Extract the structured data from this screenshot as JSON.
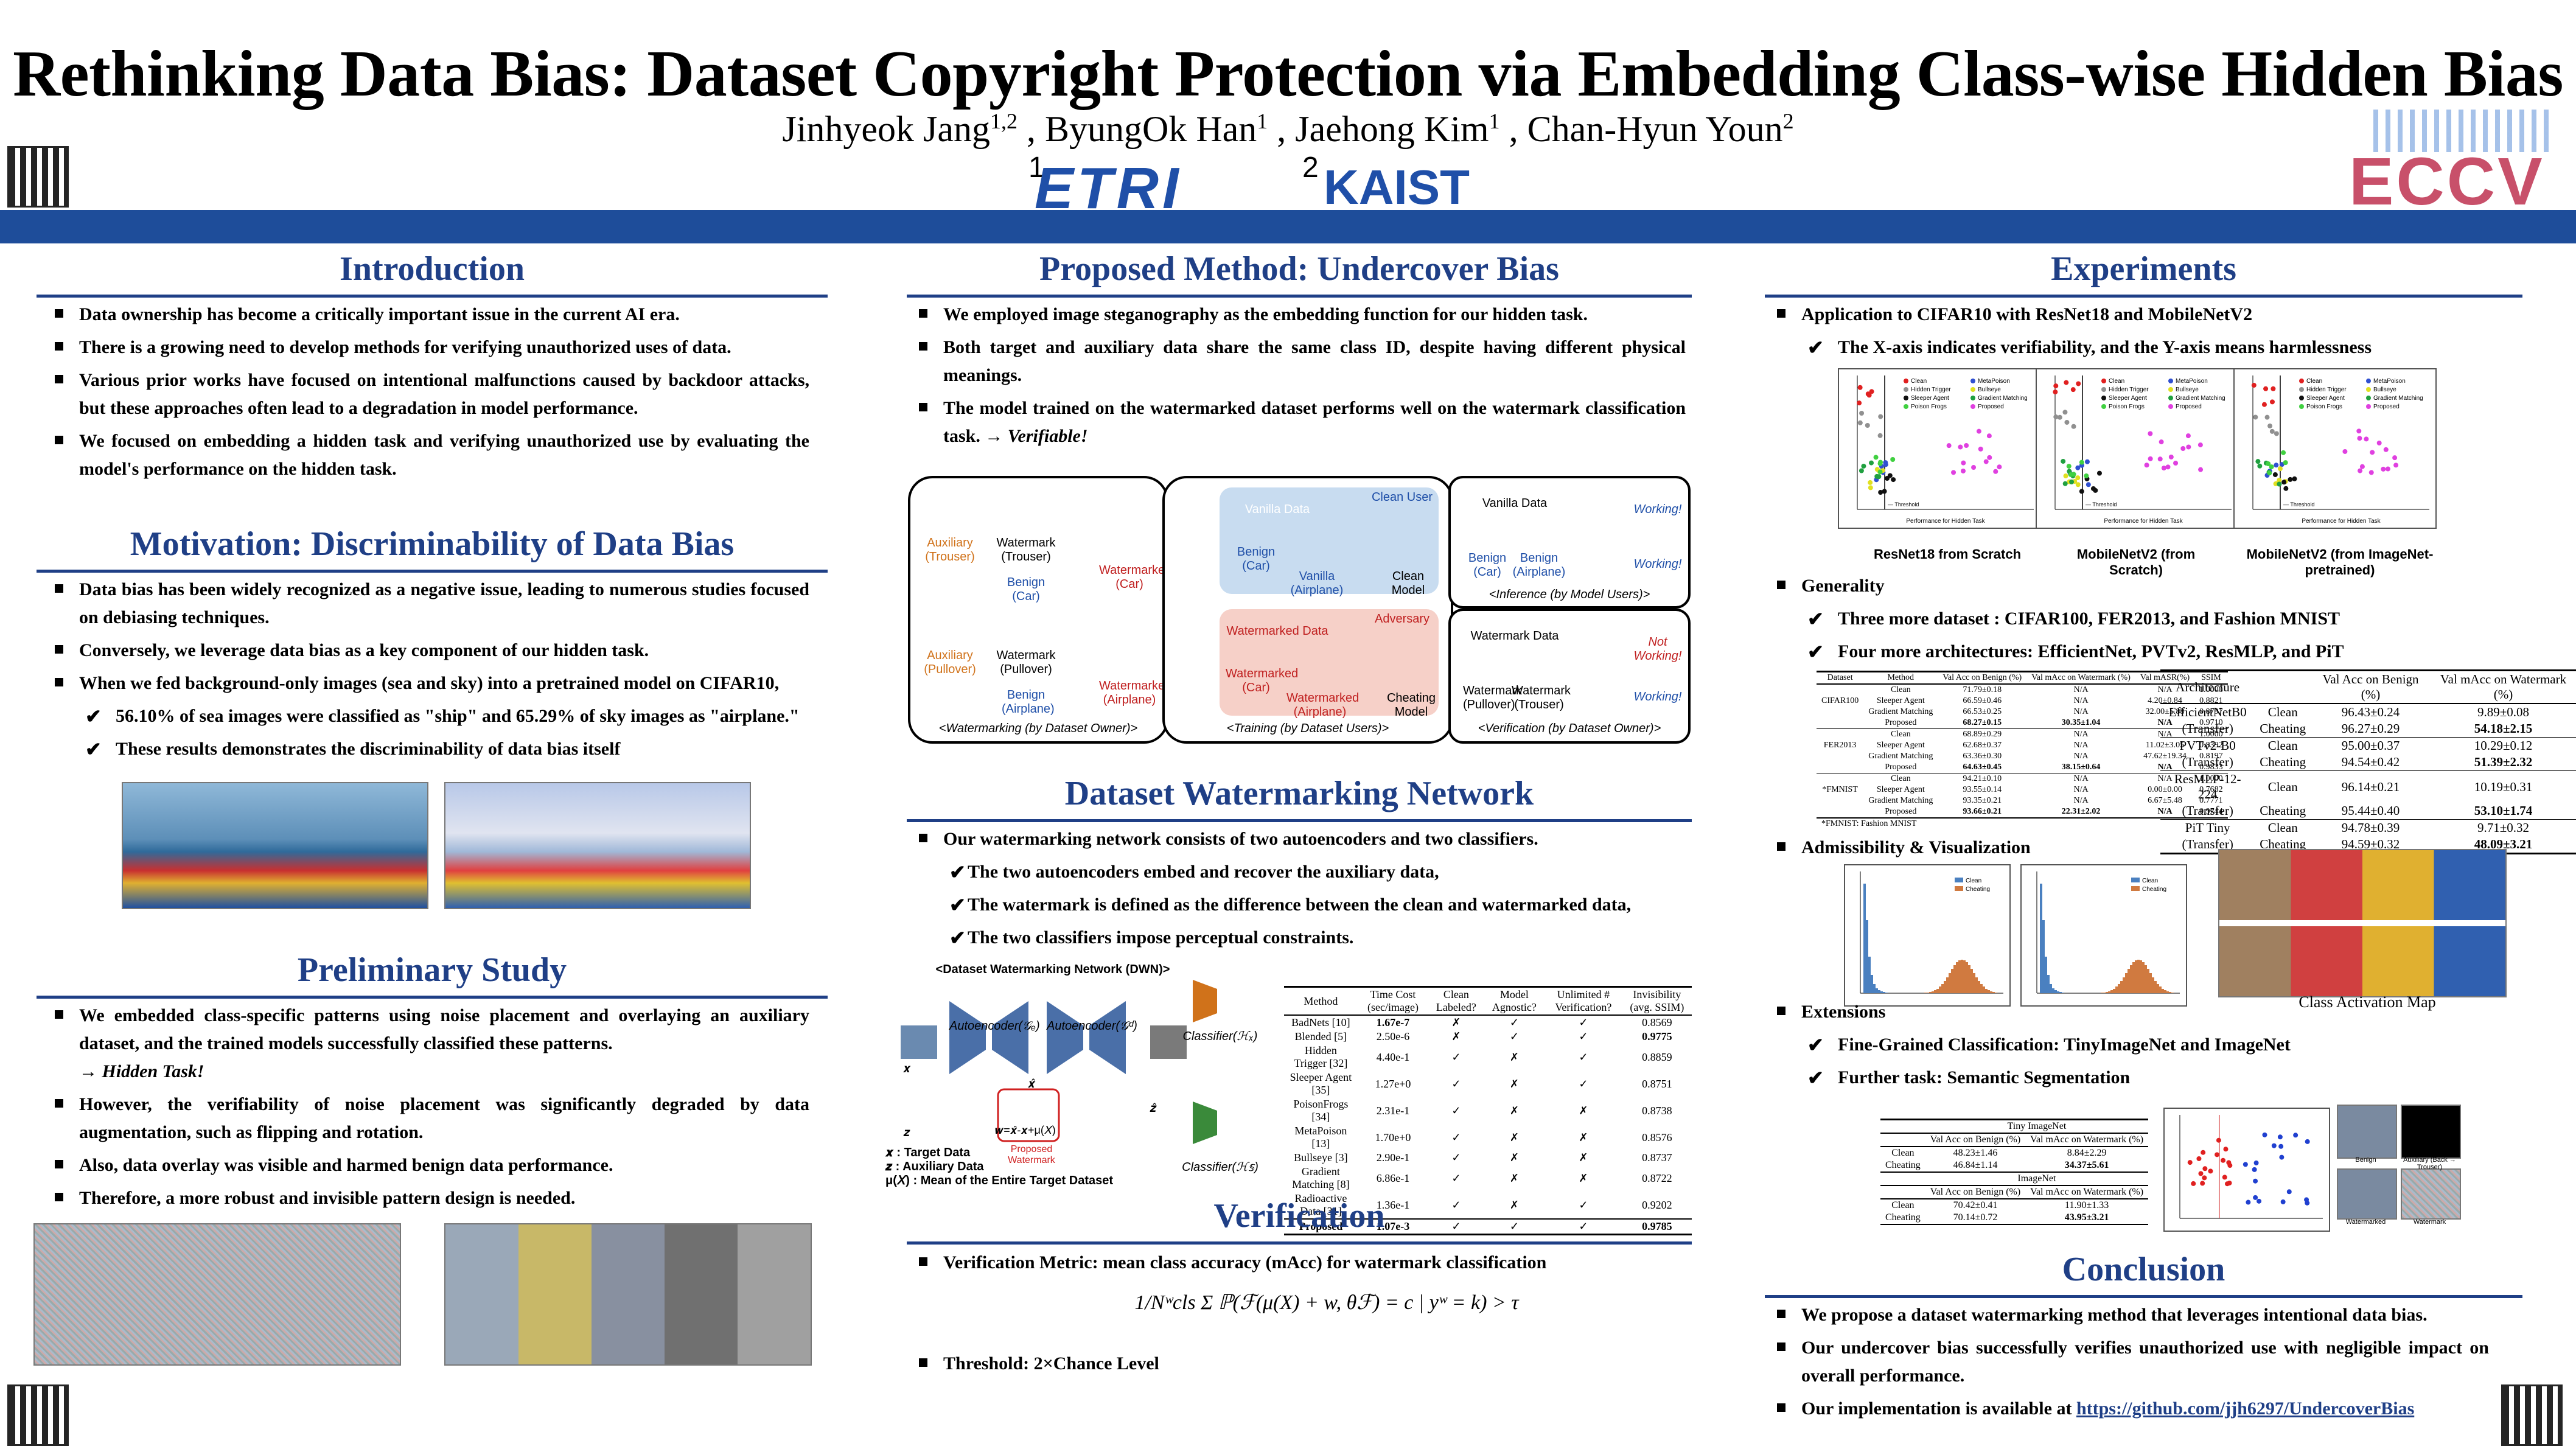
{
  "header": {
    "title": "Rethinking Data Bias: Dataset Copyright Protection via Embedding Class-wise Hidden Bias",
    "authors": [
      {
        "name": "Jinhyeok Jang",
        "aff": "1,2"
      },
      {
        "name": "ByungOk Han",
        "aff": "1"
      },
      {
        "name": "Jaehong Kim",
        "aff": "1"
      },
      {
        "name": "Chan-Hyun Youn",
        "aff": "2"
      }
    ],
    "aff1_num": "1",
    "aff2_num": "2",
    "aff1_logo": "ETRI",
    "aff2_logo": "KAIST",
    "conf_logo": "ECCV"
  },
  "colors": {
    "accent": "#1f3f86",
    "bar": "#1e4d9a",
    "etri_red": "#e0262d"
  },
  "intro": {
    "title": "Introduction",
    "bullets": [
      "Data ownership has become a critically important issue in the current AI era.",
      "There is a growing need to develop methods for verifying unauthorized uses of data.",
      "Various prior works have focused on intentional malfunctions caused by backdoor attacks, but these approaches often lead to a degradation in model performance.",
      "We focused on embedding a hidden task and verifying unauthorized use by evaluating the model's performance on the hidden task."
    ]
  },
  "motivation": {
    "title": "Motivation: Discriminability of Data Bias",
    "bullets": [
      "Data bias has been widely recognized as a negative issue, leading to numerous studies focused on debiasing techniques.",
      "Conversely, we leverage data bias as a key component of our hidden task.",
      "When we fed background-only images (sea and sky) into a pretrained model on CIFAR10,"
    ],
    "checks": [
      "56.10% of sea images were classified as \"ship\" and 65.29% of sky images as \"airplane.\"",
      "These results demonstrates the discriminability of data bias itself"
    ]
  },
  "prelim": {
    "title": "Preliminary Study",
    "bullet1": "We embedded class-specific patterns using noise placement and overlaying an auxiliary dataset, and the trained models successfully classified these patterns.",
    "bullet1_tail": "→ Hidden Task!",
    "bullets": [
      "However, the verifiability of noise placement was significantly degraded by data augmentation, such as flipping and rotation.",
      "Also, data overlay was visible and harmed benign data performance.",
      "Therefore, a more robust and invisible pattern design is needed."
    ]
  },
  "method": {
    "title": "Proposed Method: Undercover Bias",
    "bullets": [
      "We employed image steganography as the embedding function for our hidden task.",
      "Both target and auxiliary data share the same class ID, despite having different physical meanings."
    ],
    "bullet3": "The model trained on the watermarked dataset performs well on the watermark classification task.",
    "bullet3_tail": "→ Verifiable!",
    "diagram": {
      "aux_trouser": "Auxiliary (Trouser)",
      "wm_trouser": "Watermark (Trouser)",
      "benign_car": "Benign (Car)",
      "wm_car": "Watermarked (Car)",
      "aux_pullover": "Auxiliary (Pullover)",
      "wm_pullover": "Watermark (Pullover)",
      "benign_airplane": "Benign (Airplane)",
      "wm_airplane": "Watermarked (Airplane)",
      "caption1": "<Watermarking (by Dataset Owner)>",
      "clean_user": "Clean User",
      "vanilla_data": "Vanilla Data",
      "vanilla_benign": "Benign (Car)",
      "vanilla_airplane": "Vanilla (Airplane)",
      "clean_model": "Clean Model",
      "adversary": "Adversary",
      "wm_data": "Watermarked Data",
      "cheat_wm_car": "Watermarked (Car)",
      "cheat_wm_air": "Watermarked (Airplane)",
      "cheating_model": "Cheating Model",
      "caption2": "<Training (by Dataset Users)>",
      "inf_vanilla": "Vanilla Data",
      "inf_benign_car": "Benign (Car)",
      "inf_benign_air": "Benign (Airplane)",
      "working1": "Working!",
      "working2": "Working!",
      "caption3": "<Inference (by Model Users)>",
      "ver_wm_data": "Watermark Data",
      "ver_pullover": "Watermark (Pullover)",
      "ver_trouser": "Watermark (Trouser)",
      "not_working": "Not Working!",
      "working3": "Working!",
      "caption4": "<Verification (by Dataset Owner)>"
    }
  },
  "dwn": {
    "title": "Dataset Watermarking Network",
    "bullet": "Our watermarking network consists of two autoencoders and two classifiers.",
    "checks": [
      "The two autoencoders embed and recover the auxiliary data,",
      "The watermark is defined as the difference between the clean and watermarked data,",
      "The two classifiers impose perceptual constraints."
    ],
    "diagram_title": "<Dataset Watermarking Network (DWN)>",
    "ae1": "Autoencoder(𝒢ₑ)",
    "ae2": "Autoencoder(𝒢ᵈ)",
    "cls1": "Classifier(ℋₓ)",
    "cls2": "Classifier(ℋ𝕤)",
    "pw": "Proposed Watermark",
    "pw_eq": "𝒘=𝒙̂-𝒙+μ(𝑋)",
    "x": "𝒙",
    "xhat": "𝒙̂",
    "z": "𝒛",
    "zhat": "𝒛̂",
    "legend_x": "𝒙 : Target Data",
    "legend_z": "𝒛 : Auxiliary Data",
    "legend_mu": "μ(𝑋) : Mean of the Entire Target Dataset",
    "table": {
      "headers": [
        "Method",
        "Time Cost (sec/image)",
        "Clean Labeled?",
        "Model Agnostic?",
        "Unlimited # Verification?",
        "Invisibility (avg. SSIM)"
      ],
      "rows": [
        [
          "BadNets [10]",
          "1.67e-7",
          "✗",
          "✓",
          "✓",
          "0.8569"
        ],
        [
          "Blended [5]",
          "2.50e-6",
          "✗",
          "✓",
          "✓",
          "0.9775"
        ],
        [
          "Hidden Trigger [32]",
          "4.40e-1",
          "✓",
          "✗",
          "✓",
          "0.8859"
        ],
        [
          "Sleeper Agent [35]",
          "1.27e+0",
          "✓",
          "✗",
          "✓",
          "0.8751"
        ],
        [
          "PoisonFrogs [34]",
          "2.31e-1",
          "✓",
          "✗",
          "✗",
          "0.8738"
        ],
        [
          "MetaPoison [13]",
          "1.70e+0",
          "✓",
          "✗",
          "✗",
          "0.8576"
        ],
        [
          "Bullseye [3]",
          "2.90e-1",
          "✓",
          "✗",
          "✗",
          "0.8737"
        ],
        [
          "Gradient Matching [8]",
          "6.86e-1",
          "✓",
          "✗",
          "✗",
          "0.8722"
        ],
        [
          "Radioactive Data [31]",
          "1.36e-1",
          "✓",
          "✗",
          "✓",
          "0.9202"
        ],
        [
          "Proposed",
          "1.07e-3",
          "✓",
          "✓",
          "✓",
          "0.9785"
        ]
      ]
    }
  },
  "verification": {
    "title": "Verification",
    "bullet1": "Verification Metric: mean class accuracy (mAcc) for watermark classification",
    "formula": "1/Nʷcls Σ ℙ(ℱ(μ(X) + w, θℱ) = c | yʷ = k) > τ",
    "bullet2": "Threshold: 2×Chance Level"
  },
  "experiments": {
    "title": "Experiments",
    "bullet1": "Application to CIFAR10 with ResNet18 and MobileNetV2",
    "check1": "The X-axis indicates verifiability, and the Y-axis means harmlessness",
    "plot_captions": [
      "ResNet18 from Scratch",
      "MobileNetV2 (from Scratch)",
      "MobileNetV2 (from ImageNet-pretrained)"
    ],
    "plot_xlabel": "Performance for Hidden Task",
    "plot_legend": [
      "Clean",
      "MetaPoison",
      "Hidden Trigger",
      "Bullseye",
      "Sleeper Agent",
      "Gradient Matching",
      "Poison Frogs",
      "Proposed"
    ],
    "threshold_label": "— Threshold",
    "bullet2": "Generality",
    "check2": "Three more dataset : CIFAR100, FER2013, and Fashion MNIST",
    "check3": "Four more architectures: EfficientNet, PVTv2, ResMLP, and PiT",
    "ds_table": {
      "headers": [
        "Dataset",
        "Method",
        "Val Acc on Benign (%)",
        "Val mAcc on Watermark (%)",
        "Val mASR(%)",
        "SSIM"
      ],
      "groups": [
        {
          "name": "CIFAR100",
          "rows": [
            [
              "Clean",
              "71.79±0.18",
              "N/A",
              "N/A",
              "1.0000"
            ],
            [
              "Sleeper Agent",
              "66.59±0.46",
              "N/A",
              "4.20±0.84",
              "0.8821"
            ],
            [
              "Gradient Matching",
              "66.53±0.25",
              "N/A",
              "32.00±5.88",
              "0.8797"
            ],
            [
              "Proposed",
              "68.27±0.15",
              "30.35±1.04",
              "N/A",
              "0.9710"
            ]
          ]
        },
        {
          "name": "FER2013",
          "rows": [
            [
              "Clean",
              "68.89±0.29",
              "N/A",
              "N/A",
              "1.0000"
            ],
            [
              "Sleeper Agent",
              "62.68±0.37",
              "N/A",
              "11.02±3.05",
              "0.8392"
            ],
            [
              "Gradient Matching",
              "63.36±0.30",
              "N/A",
              "47.62±19.34",
              "0.8197"
            ],
            [
              "Proposed",
              "64.63±0.45",
              "38.15±0.64",
              "N/A",
              "0.9833"
            ]
          ]
        },
        {
          "name": "*FMNIST",
          "rows": [
            [
              "Clean",
              "94.21±0.10",
              "N/A",
              "N/A",
              "1.0000"
            ],
            [
              "Sleeper Agent",
              "93.55±0.14",
              "N/A",
              "0.00±0.00",
              "0.7682"
            ],
            [
              "Gradient Matching",
              "93.35±0.21",
              "N/A",
              "6.67±5.48",
              "0.7771"
            ],
            [
              "Proposed",
              "93.66±0.21",
              "22.31±2.02",
              "N/A",
              "0.9744"
            ]
          ]
        }
      ],
      "note": "*FMNIST: Fashion MNIST"
    },
    "arch_table": {
      "headers": [
        "Architecture",
        "",
        "Val Acc on Benign (%)",
        "Val mAcc on Watermark (%)"
      ],
      "rows": [
        [
          "EfficientNetB0",
          "Clean",
          "96.43±0.24",
          "9.89±0.08"
        ],
        [
          "(Transfer)",
          "Cheating",
          "96.27±0.29",
          "54.18±2.15"
        ],
        [
          "PVTv2-B0",
          "Clean",
          "95.00±0.37",
          "10.29±0.12"
        ],
        [
          "(Transfer)",
          "Cheating",
          "94.54±0.42",
          "51.39±2.32"
        ],
        [
          "ResMLP-12-224",
          "Clean",
          "96.14±0.21",
          "10.19±0.31"
        ],
        [
          "(Transfer)",
          "Cheating",
          "95.44±0.40",
          "53.10±1.74"
        ],
        [
          "PiT Tiny",
          "Clean",
          "94.78±0.39",
          "9.71±0.32"
        ],
        [
          "(Transfer)",
          "Cheating",
          "94.59±0.32",
          "48.09±3.21"
        ]
      ]
    },
    "bullet3": "Admissibility & Visualization",
    "hist_legend": [
      "Clean",
      "Cheating"
    ],
    "cam_caption": "Class Activation Map",
    "bullet4": "Extensions",
    "check4": "Fine-Grained Classification: TinyImageNet and ImageNet",
    "check5": "Further task: Semantic Segmentation",
    "ext_table": {
      "tiny": "Tiny ImageNet",
      "imagenet": "ImageNet",
      "h1": "Val Acc on Benign (%)",
      "h2": "Val mAcc on Watermark (%)",
      "rows_tiny": [
        [
          "Clean",
          "48.23±1.46",
          "8.84±2.29"
        ],
        [
          "Cheating",
          "46.84±1.14",
          "34.37±5.61"
        ]
      ],
      "rows_in": [
        [
          "Clean",
          "70.42±0.41",
          "11.90±1.33"
        ],
        [
          "Cheating",
          "70.14±0.72",
          "43.95±3.21"
        ]
      ]
    },
    "seg_labels": [
      "Benign",
      "Auxiliary (Back → Trouser)",
      "Watermarked",
      "Watermark"
    ]
  },
  "conclusion": {
    "title": "Conclusion",
    "bullets": [
      "We propose a dataset watermarking method that leverages intentional data bias.",
      "Our undercover bias successfully verifies unauthorized use with negligible impact on overall performance."
    ],
    "bullet3_prefix": "Our implementation is available at ",
    "link": "https://github.com/jjh6297/UndercoverBias"
  }
}
